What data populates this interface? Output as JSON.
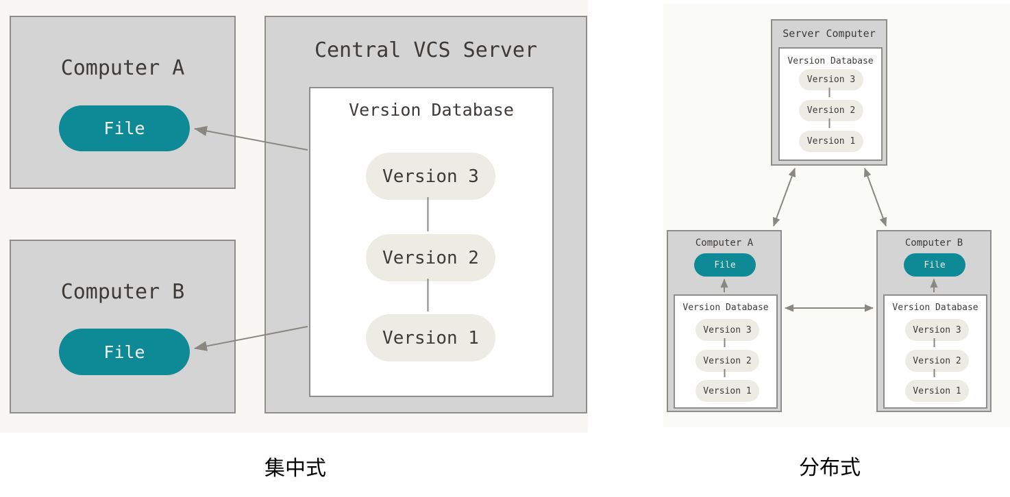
{
  "captions": {
    "centralized": "集中式",
    "distributed": "分布式"
  },
  "centralized": {
    "computer_a": {
      "title": "Computer A",
      "file_label": "File"
    },
    "computer_b": {
      "title": "Computer B",
      "file_label": "File"
    },
    "server": {
      "title": "Central VCS Server",
      "database_title": "Version Database",
      "versions": [
        "Version 3",
        "Version 2",
        "Version 1"
      ]
    }
  },
  "distributed": {
    "server": {
      "title": "Server Computer",
      "database_title": "Version Database",
      "versions": [
        "Version 3",
        "Version 2",
        "Version 1"
      ]
    },
    "computer_a": {
      "title": "Computer A",
      "file_label": "File",
      "database_title": "Version Database",
      "versions": [
        "Version 3",
        "Version 2",
        "Version 1"
      ]
    },
    "computer_b": {
      "title": "Computer B",
      "file_label": "File",
      "database_title": "Version Database",
      "versions": [
        "Version 3",
        "Version 2",
        "Version 1"
      ]
    }
  },
  "colors": {
    "teal": "#0e8a96",
    "box_fill": "#d4d4d4",
    "box_border": "#8f8d8a",
    "pill_fill": "#ecebe4",
    "arrow": "#8a8781",
    "text": "#3e3a37"
  }
}
